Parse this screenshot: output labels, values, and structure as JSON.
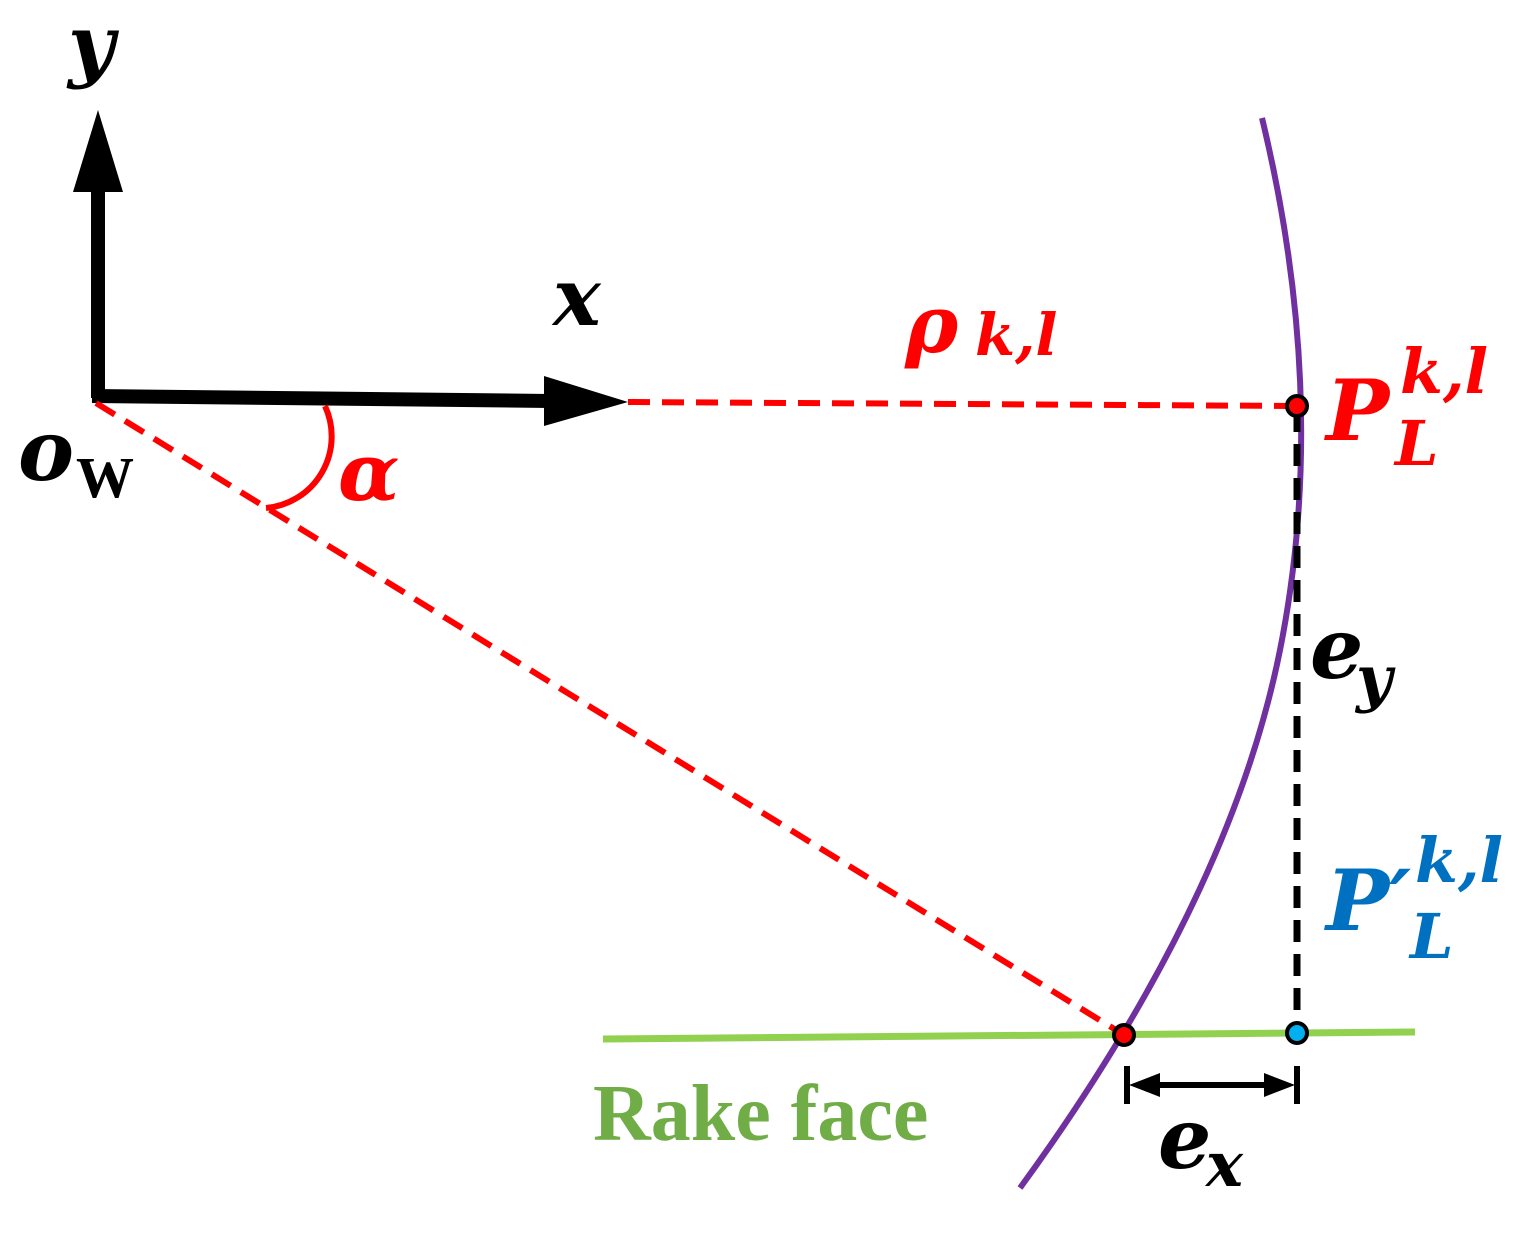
{
  "colors": {
    "axis": "#000000",
    "red": "#ff0000",
    "purple": "#7030a0",
    "green": "#92d050",
    "green_text": "#70ad47",
    "blue": "#0070c0",
    "point_blue": "#00b0f0"
  },
  "labels": {
    "axis_y": "y",
    "axis_x": "x",
    "origin_main": "o",
    "origin_sub": "W",
    "rho_main": "ρ",
    "rho_sub": "k,l",
    "alpha": "α",
    "P_main": "P",
    "P_sup": "k,l",
    "P_sub": "L",
    "Pprime_main": "P′",
    "Pprime_sup": "k,l",
    "Pprime_sub": "L",
    "ey_main": "e",
    "ey_sub": "y",
    "ex_main": "e",
    "ex_sub": "x",
    "rake_face": "Rake face"
  }
}
